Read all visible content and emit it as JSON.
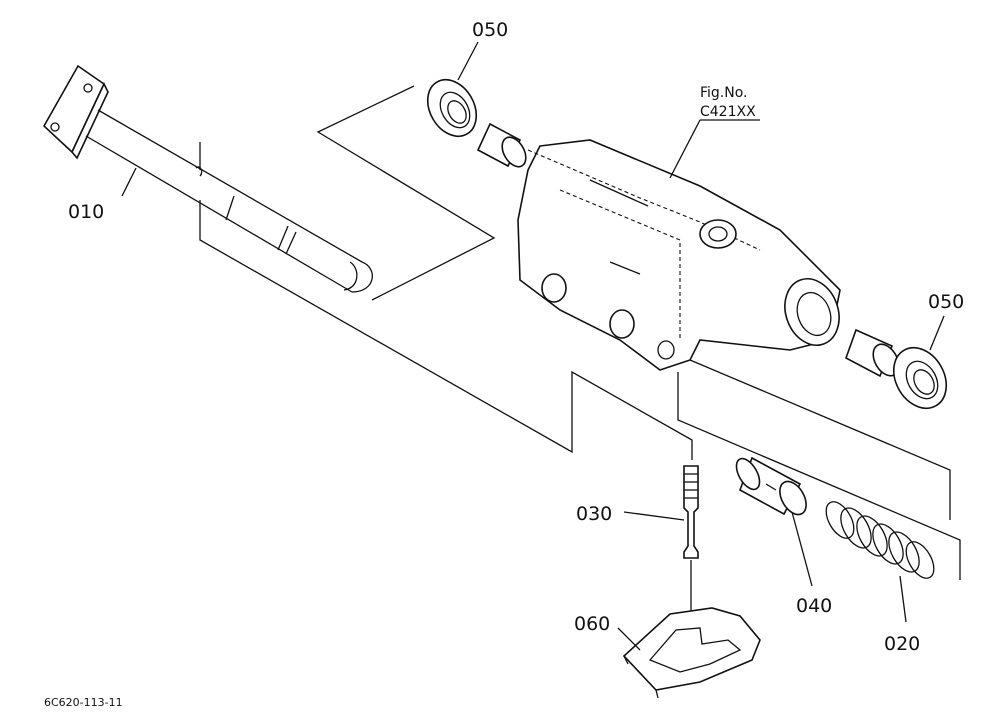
{
  "diagram": {
    "fig_ref_line1": "Fig.No.",
    "fig_ref_line2": "C421XX",
    "drawing_code": "6C620-113-11",
    "parts": {
      "p010": "010",
      "p020": "020",
      "p030": "030",
      "p040": "040",
      "p050_top": "050",
      "p050_right": "050",
      "p060": "060"
    }
  }
}
